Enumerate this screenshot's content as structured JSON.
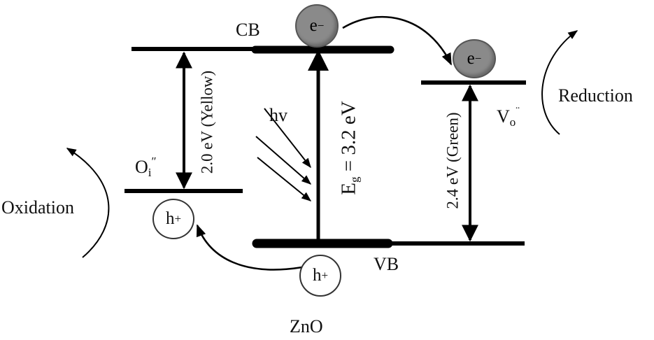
{
  "labels": {
    "cb": "CB",
    "vb": "VB",
    "material": "ZnO",
    "hv": "hv",
    "oxidation": "Oxidation",
    "reduction": "Reduction",
    "oi_base": "O",
    "oi_sub": "i",
    "oi_sup": "″",
    "vo_base": "V",
    "vo_sub": "o",
    "vo_sup": "¨",
    "eg_base": "E",
    "eg_sub": "g",
    "eg_rest": " = 3.2 eV",
    "yellow_transition": "2.0 eV (Yellow)",
    "green_transition": "2.4 eV (Green)"
  },
  "particles": {
    "electron_base": "e",
    "electron_sign": "−",
    "hole_base": "h",
    "hole_sign": "+"
  },
  "colors": {
    "line": "#000000",
    "electron_fill": "#8a8a8a",
    "hole_fill": "#ffffff"
  }
}
